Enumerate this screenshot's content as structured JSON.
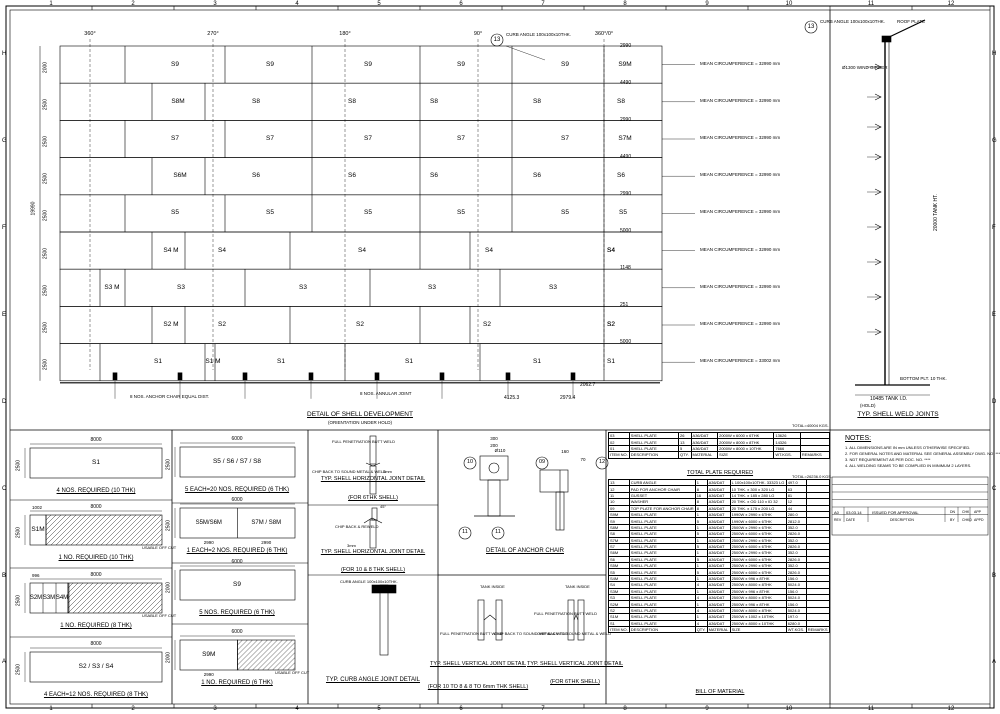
{
  "grid_cols": [
    "1",
    "2",
    "3",
    "4",
    "5",
    "6",
    "7",
    "8",
    "9",
    "10",
    "11",
    "12"
  ],
  "grid_rows": [
    "H",
    "G",
    "F",
    "E",
    "D",
    "C",
    "B",
    "A"
  ],
  "dev": {
    "angles": [
      "360°",
      "270°",
      "180°",
      "90°",
      "360°/0°"
    ],
    "courses": [
      {
        "h": "2000",
        "plates": [
          "S9",
          "S9",
          "S9",
          "S9",
          "S9",
          "S9M"
        ]
      },
      {
        "h": "2500",
        "plates": [
          "S8M",
          "S8",
          "S8",
          "S8",
          "S8",
          "S8"
        ]
      },
      {
        "h": "2500",
        "plates": [
          "S7",
          "S7",
          "S7",
          "S7",
          "S7",
          "S7M"
        ]
      },
      {
        "h": "2500",
        "plates": [
          "S6M",
          "S6",
          "S6",
          "S6",
          "S6",
          "S6"
        ]
      },
      {
        "h": "2500",
        "plates": [
          "S5",
          "S5",
          "S5",
          "S5",
          "S5",
          "S5"
        ]
      },
      {
        "h": "2500",
        "plates": [
          "S4 M",
          "S4",
          "S4",
          "S4",
          "S4",
          "S4"
        ]
      },
      {
        "h": "2500",
        "plates": [
          "S3 M",
          "S3",
          "S3",
          "S3",
          "S3"
        ]
      },
      {
        "h": "2500",
        "plates": [
          "S2 M",
          "S2",
          "S2",
          "S2",
          "S2",
          "S2"
        ]
      },
      {
        "h": "2500",
        "plates": [
          "S1",
          "S1 M",
          "S1",
          "S1",
          "S1",
          "S1"
        ]
      }
    ],
    "offsets": [
      "2990",
      "4490",
      "2990",
      "4490",
      "2990",
      "5000",
      "1148",
      "251",
      "5000"
    ],
    "circ_labels": [
      "MEAN CIRCUMFERENCE = 32990 mm",
      "MEAN CIRCUMFERENCE = 32990 mm",
      "MEAN CIRCUMFERENCE = 32990 mm",
      "MEAN CIRCUMFERENCE = 32990 mm",
      "MEAN CIRCUMFERENCE = 32990 mm",
      "MEAN CIRCUMFERENCE = 32990 mm",
      "MEAN CIRCUMFERENCE = 32990 mm",
      "MEAN CIRCUMFERENCE = 32990 mm",
      "MEAN CIRCUMFERENCE = 33002 mm"
    ],
    "total_height": "19990",
    "chair_note": "8 NOS. ANCHOR CHAIR EQUAL DIST.",
    "joint_note": "8 NOS. ANNULAR JOINT",
    "dims_bottom": [
      "4125.3",
      "2979.4",
      "2062.7"
    ],
    "curb_tag": "13",
    "curb_label": "CURB ANGLE 100x100x10THK.",
    "title": "DETAIL OF SHELL DEVELOPMENT",
    "subtitle": "(ORIENTATION UNDER HOLD)"
  },
  "weld": {
    "tag": "13",
    "curb_label": "CURB ANGLE 100x100x10THK.",
    "roof_label": "ROOF PLATE",
    "height": "20000 TANK HT.",
    "bottom_label": "BOTTOM PLT. 10 THK.",
    "diam": "10485 TANK I.D.",
    "hold": "(HOLD)",
    "wind_label": "Ø1300 WIND GIRDER",
    "title": "TYP. SHELL WELD JOINTS"
  },
  "notes": {
    "title": "NOTES:",
    "lines": [
      "1. ALL DIMENSIONS ARE IN mm UNLESS OTHERWISE SPECIFIED.",
      "2. FOR GENERAL NOTES AND MATERIAL SEE GENERAL ASSEMBLY DWG. NO. ****",
      "3. NDT REQUIREMENT AS PER DOC. NO. ****",
      "4. ALL WELDING SEAMS TO BE COMPLIED IN MINIMUM 2 LAYERS."
    ]
  },
  "revision": {
    "rev": "A0",
    "date": "03.03.14",
    "desc": "ISSUED FOR APPROVAL",
    "h_rev": "REV",
    "h_date": "DATE",
    "h_desc": "DESCRIPTION",
    "h_dn": "DN",
    "h_chk": "CHK",
    "h_app": "APP",
    "h_by": "BY",
    "h_ckd": "CHKD",
    "h_apd": "APPD"
  },
  "cutting": [
    {
      "w": "8000",
      "h": "2500",
      "label": "S1",
      "caption": "4 NOS. REQUIRED (10 THK)"
    },
    {
      "w": "8000",
      "h": "2500",
      "label": "S1M",
      "cut": "1002",
      "caption": "1 NO. REQUIRED (10 THK)",
      "offcut": "USABLE OFF CUT"
    },
    {
      "w": "8000",
      "h": "2500",
      "labels": [
        "S2M",
        "S3M",
        "S4M"
      ],
      "cut": "996",
      "caption": "1 NO. REQUIRED (8 THK)",
      "offcut": "USABLE OFF CUT"
    },
    {
      "w": "8000",
      "h": "2500",
      "label": "S2 / S3 / S4",
      "caption": "4 EACH=12 NOS. REQUIRED (8 THK)"
    },
    {
      "w": "6000",
      "h": "2500",
      "label": "S5 / S6 / S7 / S8",
      "caption": "5 EACH=20 NOS. REQUIRED (6 THK)"
    },
    {
      "w": "6000",
      "h": "2500",
      "labels": [
        "S5M/S6M",
        "S7M / S8M"
      ],
      "dims": [
        "2990",
        "2990"
      ],
      "caption": "1 EACH=2 NOS. REQUIRED (6 THK)"
    },
    {
      "w": "6000",
      "h": "2000",
      "label": "S9",
      "caption": "5 NOS. REQUIRED (6 THK)"
    },
    {
      "w": "6000",
      "h": "2000",
      "label": "S9M",
      "dims": [
        "2990"
      ],
      "caption": "1 NO. REQUIRED (6 THK)",
      "offcut": "USABLE OFF CUT"
    }
  ],
  "details": [
    {
      "title": "TYP. SHELL HORIZONTAL JOINT DETAIL",
      "sub": "(FOR 6THK SHELL)",
      "notes": [
        "FULL PENETRATION BUTT WELD",
        "CHIP BACK TO SOUND METAL & WELD",
        "3mm"
      ]
    },
    {
      "title": "TYP. SHELL HORIZONTAL JOINT DETAIL",
      "sub": "(FOR 10 & 8 THK SHELL)",
      "notes": [
        "CHIP BACK & REWELD",
        "3mm",
        "45°"
      ]
    },
    {
      "title": "TYP. CURB ANGLE JOINT DETAIL",
      "sub": "",
      "notes": [
        "CURB ANGLE 100x100x10THK."
      ]
    },
    {
      "title": "DETAIL OF ANCHOR CHAIR",
      "sub": "",
      "notes": [
        "300",
        "200",
        "Ø110",
        "160",
        "70",
        "12",
        "10",
        "09",
        "11",
        "11"
      ]
    },
    {
      "title": "TYP. SHELL VERTICAL JOINT DETAIL",
      "sub": "(FOR 10 TO 8 & 8 TO 6mm THK SHELL)",
      "notes": [
        "TANK INSIDE",
        "FULL PENETRATION BUTT WELD",
        "CHIP BACK TO SOUND METAL & WELD"
      ]
    },
    {
      "title": "TYP. SHELL VERTICAL JOINT DETAIL",
      "sub": "(FOR 6THK SHELL)",
      "notes": [
        "TANK INSIDE",
        "FULL PENETRATION BUTT WELD",
        "CHIP BACK TO SOUND METAL & WELD"
      ]
    }
  ],
  "bom_top": {
    "total": "TOTAL=40004 KGS.",
    "rows": [
      [
        "03",
        "SHELL PLATE",
        "26",
        "A36/DAT",
        "2000W x 6000 x 6THK",
        "13626",
        ""
      ],
      [
        "02",
        "SHELL PLATE",
        "13",
        "A36/DAT",
        "2000W x 8000 x 8THK",
        "14326",
        ""
      ],
      [
        "01",
        "SHELL PLATE",
        "5",
        "A36/DAT",
        "2000W x 8000 x 10THK",
        "7666",
        ""
      ],
      [
        "ITEM NO.",
        "DESCRIPTION",
        "QTY.",
        "MATERIAL",
        "SIZE",
        "WT.KGS.",
        "REMARKS"
      ]
    ],
    "caption": "TOTAL PLATE REQUIRED"
  },
  "bom": {
    "total": "TOTAL=26236.0 KGS.",
    "rows": [
      [
        "13",
        "CURB ANGLE",
        "1",
        "A36/DAT",
        "L 100x100x10THK. 33323 LG",
        "497.0",
        ""
      ],
      [
        "12",
        "PAD FOR ANCHOR CHAIR",
        "8",
        "A36/DAT",
        "10 THK. x 300 x 320 LG",
        "63",
        ""
      ],
      [
        "11",
        "GUSSET",
        "16",
        "A36/DAT",
        "14 THK. x 185 x 280 LG",
        "81",
        ""
      ],
      [
        "10",
        "WASHER",
        "8",
        "A36/DAT",
        "20 THK. x OD 110 x ID 32",
        "12",
        ""
      ],
      [
        "09",
        "TOP PLATE FOR ANCHOR CHAIR",
        "8",
        "A36/DAT",
        "20 THK. x 175 x 200 LG",
        "44",
        ""
      ],
      [
        "S9M",
        "SHELL PLATE",
        "1",
        "A36/DAT",
        "1990W x 2990 x 6THK",
        "280.0",
        ""
      ],
      [
        "S9",
        "SHELL PLATE",
        "5",
        "A36/DAT",
        "1990W x 6000 x 6THK",
        "2812.0",
        ""
      ],
      [
        "S8M",
        "SHELL PLATE",
        "1",
        "A36/DAT",
        "2500W x 2990 x 6THK",
        "352.0",
        ""
      ],
      [
        "S8",
        "SHELL PLATE",
        "5",
        "A36/DAT",
        "2500W x 6000 x 6THK",
        "2826.0",
        ""
      ],
      [
        "S7M",
        "SHELL PLATE",
        "1",
        "A36/DAT",
        "2500W x 2990 x 6THK",
        "352.0",
        ""
      ],
      [
        "S7",
        "SHELL PLATE",
        "5",
        "A36/DAT",
        "2500W x 6000 x 6THK",
        "2826.0",
        ""
      ],
      [
        "S6M",
        "SHELL PLATE",
        "1",
        "A36/DAT",
        "2500W x 2990 x 6THK",
        "352.0",
        ""
      ],
      [
        "S6",
        "SHELL PLATE",
        "5",
        "A36/DAT",
        "2500W x 6000 x 6THK",
        "2826.0",
        ""
      ],
      [
        "S5M",
        "SHELL PLATE",
        "1",
        "A36/DAT",
        "2500W x 2990 x 6THK",
        "352.0",
        ""
      ],
      [
        "S5",
        "SHELL PLATE",
        "5",
        "A36/DAT",
        "2500W x 6000 x 6THK",
        "2826.0",
        ""
      ],
      [
        "S4M",
        "SHELL PLATE",
        "1",
        "A36/DAT",
        "2500W x 996 x 8THK",
        "156.0",
        ""
      ],
      [
        "S4",
        "SHELL PLATE",
        "4",
        "A36/DAT",
        "2500W x 8000 x 8THK",
        "5024.0",
        ""
      ],
      [
        "S3M",
        "SHELL PLATE",
        "1",
        "A36/DAT",
        "2500W x 996 x 8THK",
        "156.0",
        ""
      ],
      [
        "S3",
        "SHELL PLATE",
        "4",
        "A36/DAT",
        "2500W x 8000 x 8THK",
        "5024.0",
        ""
      ],
      [
        "S2M",
        "SHELL PLATE",
        "1",
        "A36/DAT",
        "2500W x 996 x 8THK",
        "156.0",
        ""
      ],
      [
        "S2",
        "SHELL PLATE",
        "4",
        "A36/DAT",
        "2500W x 8000 x 8THK",
        "5024.0",
        ""
      ],
      [
        "S1M",
        "SHELL PLATE",
        "1",
        "A36/DAT",
        "2500W x 1002 x 10THK",
        "197.0",
        ""
      ],
      [
        "S1",
        "SHELL PLATE",
        "4",
        "A36/DAT",
        "2500W x 8000 x 10THK",
        "6280.0",
        ""
      ],
      [
        "ITEM NO.",
        "DESCRIPTION",
        "QTY.",
        "MATERIAL",
        "SIZE",
        "WT.KGS.",
        "REMARKS"
      ]
    ],
    "caption": "BILL OF MATERIAL"
  }
}
